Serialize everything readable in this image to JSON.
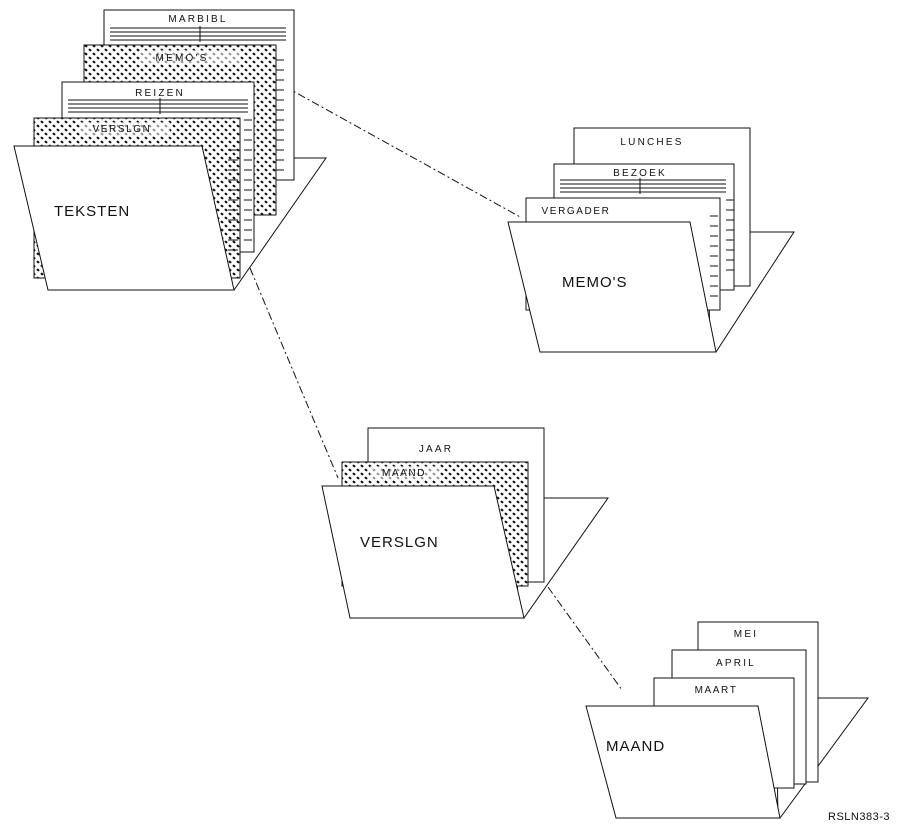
{
  "folders": {
    "teksten": {
      "label": "TEKSTEN",
      "documents": [
        "MARBIBL",
        "MEMO'S",
        "REIZEN",
        "VERSLGN"
      ]
    },
    "memos": {
      "label": "MEMO'S",
      "documents": [
        "LUNCHES",
        "BEZOEK",
        "VERGADER"
      ]
    },
    "verslgn": {
      "label": "VERSLGN",
      "documents": [
        "JAAR",
        "MAAND"
      ]
    },
    "maand": {
      "label": "MAAND",
      "documents": [
        "MEI",
        "APRIL",
        "MAART"
      ]
    }
  },
  "figure_id": "RSLN383-3"
}
